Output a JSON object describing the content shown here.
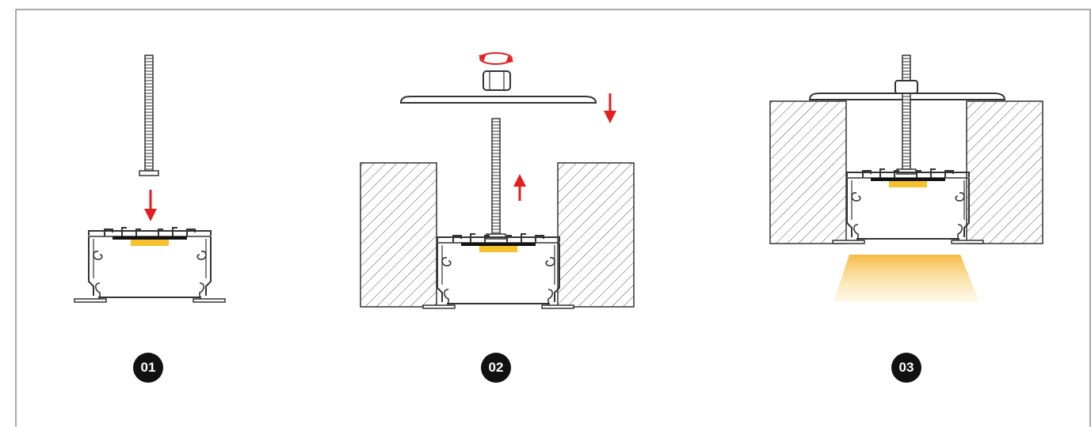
{
  "colors": {
    "frame": "#555555",
    "line": "#333333",
    "arrow": "#e41e1e",
    "led": "#f5c12e",
    "light_glow": "#f7c146",
    "hatch": "#555555",
    "badge": "#111111"
  },
  "steps": [
    {
      "label": "01"
    },
    {
      "label": "02"
    },
    {
      "label": "03"
    }
  ],
  "icons": [
    "down-arrow-icon",
    "up-arrow-icon",
    "rotate-arrow-icon"
  ]
}
